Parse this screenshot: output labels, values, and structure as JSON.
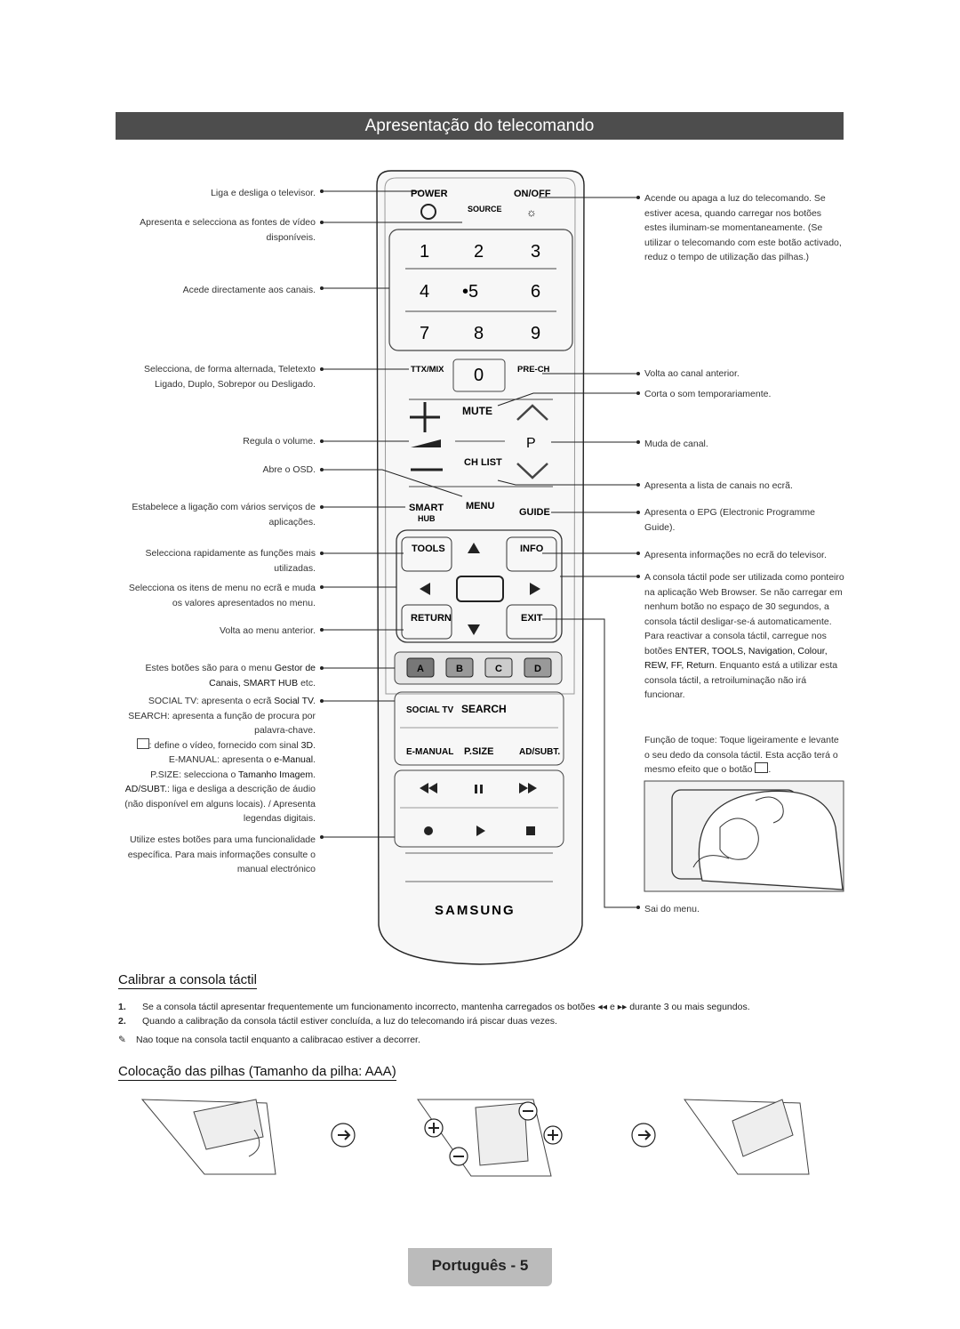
{
  "page_title": "Apresentação do telecomando",
  "remote": {
    "power": "POWER",
    "onoff": "ON/OFF",
    "source": "SOURCE",
    "keys": [
      "1",
      "2",
      "3",
      "4",
      "•5",
      "6",
      "7",
      "8",
      "9",
      "0"
    ],
    "ttx": "TTX/MIX",
    "prech": "PRE-CH",
    "mute": "MUTE",
    "p": "P",
    "chlist": "CH LIST",
    "smart": "SMART",
    "hub": "HUB",
    "menu": "MENU",
    "guide": "GUIDE",
    "tools": "TOOLS",
    "info": "INFO",
    "return": "RETURN",
    "exit": "EXIT",
    "colors": [
      "A",
      "B",
      "C",
      "D"
    ],
    "socialtv": "SOCIAL TV",
    "search": "SEARCH",
    "emanual": "E-MANUAL",
    "psize": "P.SIZE",
    "adsubt": "AD/SUBT.",
    "brand": "SAMSUNG"
  },
  "left_labels": {
    "power": "Liga e desliga o televisor.",
    "source": "Apresenta e selecciona as fontes de vídeo disponíveis.",
    "numbers": "Acede directamente aos canais.",
    "ttx": "Selecciona, de forma alternada, Teletexto Ligado, Duplo, Sobrepor ou Desligado.",
    "volume": "Regula o volume.",
    "osd": "Abre o OSD.",
    "smarthub": "Estabelece a ligação com vários serviços de aplicações.",
    "tools": "Selecciona rapidamente as funções mais utilizadas.",
    "nav": "Selecciona os itens de menu no ecrã e muda os valores apresentados no menu.",
    "return": "Volta ao menu anterior.",
    "color_1": "Estes botões são para o menu",
    "color_2": "Gestor de",
    "color_3": "Canais, SMART HUB",
    "color_4": "etc.",
    "social_1": "SOCIAL TV",
    "social_2": ": apresenta o ecrã",
    "social_3": "Social TV",
    "search_1": "SEARCH",
    "search_2": ": apresenta a função de procura por palavra-chave.",
    "threed_1": ": define o vídeo, fornecido com sinal",
    "threed_2": "3D",
    "emanual_1": "E-MANUAL",
    "emanual_2": ": apresenta o",
    "emanual_3": "e-Manual",
    "psize_1": "P.SIZE",
    "psize_2": ": selecciona o",
    "psize_3": "Tamanho Imagem",
    "adsubt_1": "AD/SUBT.",
    "adsubt_2": ": liga e desliga a descrição de áudio (não disponível em alguns locais). / Apresenta legendas digitais.",
    "playback": "Utilize estes botões para uma funcionalidade específica. Para mais informações consulte o manual electrónico"
  },
  "right_labels": {
    "onoff": "Acende ou apaga a luz do telecomando. Se estiver acesa, quando carregar nos botões estes iluminam-se momentaneamente. (Se utilizar o telecomando com este botão activado, reduz o tempo de utilização das pilhas.)",
    "prech": "Volta ao canal anterior.",
    "mute": "Corta o som temporariamente.",
    "channel": "Muda de canal.",
    "chlist": "Apresenta a lista de canais no ecrã.",
    "guide": "Apresenta o EPG (Electronic Programme Guide).",
    "info": "Apresenta informações no ecrã do televisor.",
    "touch_1": "A consola táctil pode ser utilizada como ponteiro na aplicação Web Browser. Se não carregar em nenhum botão no espaço de 30 segundos, a consola táctil desligar-se-á automaticamente. Para reactivar a consola táctil, carregue nos botões",
    "touch_2": "ENTER, TOOLS, Navigation, Colour, REW, FF, Return",
    "touch_3": ". Enquanto está a utilizar esta consola táctil, a retroiluminação não irá funcionar.",
    "touch_func": "Função de toque: Toque ligeiramente e levante o seu dedo da consola táctil. Esta acção terá o mesmo efeito que o botão",
    "exit": "Sai do menu."
  },
  "calibrate": {
    "heading": "Calibrar a consola táctil",
    "items": [
      {
        "num": "1.",
        "text_a": "Se a consola táctil apresentar frequentemente um funcionamento incorrecto, mantenha carregados os botões",
        "text_b": "e",
        "text_c": "durante 3 ou mais segundos."
      },
      {
        "num": "2.",
        "text_a": "Quando a calibração da consola táctil estiver concluída, a luz do telecomando irá piscar duas vezes."
      }
    ],
    "note": "Nao toque na consola tactil enquanto a calibracao estiver a decorrer."
  },
  "batteries": {
    "heading": "Colocação das pilhas (Tamanho da pilha: AAA)"
  },
  "footer": "Português - 5"
}
